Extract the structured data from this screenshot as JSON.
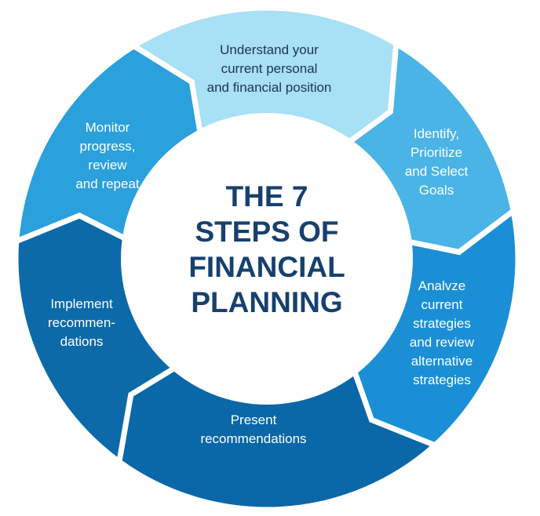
{
  "title": "THE 7\nSTEPS OF\nFINANCIAL\nPLANNING",
  "steps": [
    {
      "label": "Understand your\ncurrent personal\nand financial position",
      "color": "#a8e0f5"
    },
    {
      "label": "Identify,\nPrioritize\nand Select\nGoals",
      "color": "#4ab4e6"
    },
    {
      "label": "Analvze\ncurrent\nstrategies\nand review\nalternative\nstrategies",
      "color": "#1a8fd6"
    },
    {
      "label": "Present\nrecommendations",
      "color": "#0a67a8"
    },
    {
      "label": "Implement\nrecommen-\ndations",
      "color": "#0c6aa9"
    },
    {
      "label": "Monitor\nprogress,\nreview\nand repeat",
      "color": "#2aa0dc"
    }
  ]
}
